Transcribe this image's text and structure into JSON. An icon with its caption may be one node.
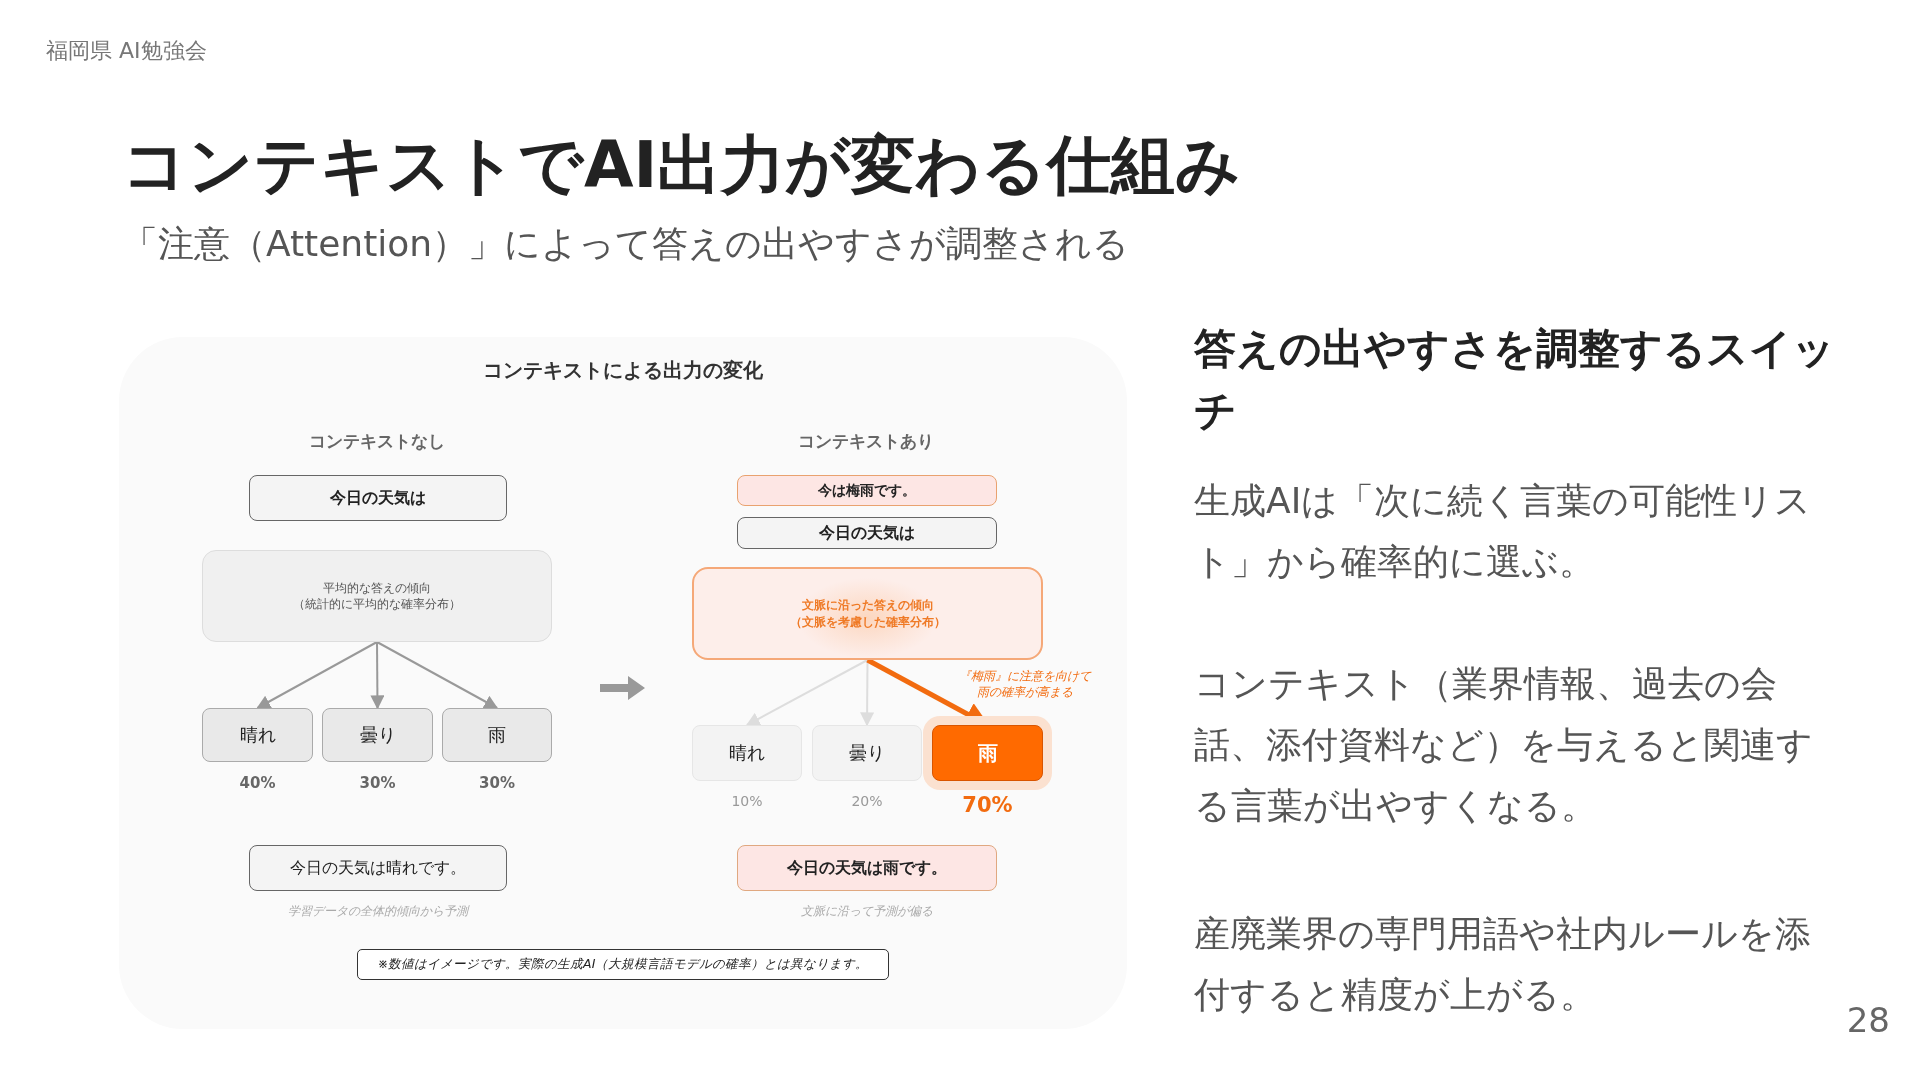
{
  "diagram": {
    "title": "コンテキストでAI出力が変わる仕組み",
    "nodes": [
      {
        "text": [
          "コンテキストによる出力の変化"
        ]
      },
      {
        "text": [
          "今日の天気は"
        ],
        "in": 0
      },
      {
        "text": [
          "平均的な答えの傾向（統計的に平均的な確率分布）"
        ],
        "in": 0
      },
      {
        "text": [
          "晴れ"
        ],
        "in": 0,
        "beside": [
          "40%"
        ]
      },
      {
        "text": [
          "曇り"
        ],
        "in": 0,
        "beside": [
          "30%"
        ]
      },
      {
        "text": [
          "雨"
        ],
        "in": 0,
        "beside": [
          "30%"
        ]
      },
      {
        "text": [
          "今日の天気は晴れです。"
        ],
        "in": 0,
        "beside": [
          "学習データの全体的傾向から予測"
        ]
      },
      {
        "text": [
          "今は梅雨です。"
        ],
        "in": 0
      },
      {
        "text": [
          "今日の天気は"
        ],
        "in": 0
      },
      {
        "text": [
          "文脈に沿った答えの傾向（文脈を考慮した確率分布）"
        ],
        "in": 0
      },
      {
        "text": [
          "晴れ"
        ],
        "in": 0,
        "beside": [
          "10%"
        ]
      },
      {
        "text": [
          "曇り"
        ],
        "in": 0,
        "beside": [
          "20%"
        ]
      },
      {
        "text": [
          "雨"
        ],
        "in": 0,
        "beside": [
          "70%"
        ]
      },
      {
        "text": [
          "今日の天気は雨です。"
        ],
        "in": 0,
        "beside": [
          "文脈に沿って予測が偏る"
        ]
      },
      {
        "text": [
          "※数値はイメージです。実際の生成AI（大規模言語モデルの確率）とは異なります。"
        ],
        "in": 0
      }
    ],
    "edges": [
      {
        "from": 2,
        "to": 3,
        "arrow": "to"
      },
      {
        "from": 2,
        "to": 4,
        "arrow": "to"
      },
      {
        "from": 2,
        "to": 5,
        "arrow": "to"
      },
      {
        "from": 9,
        "to": 10,
        "arrow": "to",
        "color": "#dddddd"
      },
      {
        "from": 9,
        "to": 11,
        "arrow": "to",
        "color": "#dddddd"
      },
      {
        "from": 9,
        "to": 12,
        "arrow": "to",
        "style": "thick",
        "color": "#f26b0f",
        "label": "『梅雨』に注意を向けて雨の確率が高まる"
      },
      {
        "from": 5,
        "to": 9,
        "arrow": "to",
        "style": "thick"
      }
    ],
    "labels": [
      "福岡県 AI勉強会",
      "「注意（Attention）」によって答えの出やすさが調整される",
      "コンテキストなし",
      "コンテキストあり",
      "答えの出やすさを調整するスイッチ",
      "生成AIは「次に続く言葉の可能性リスト」から確率的に選ぶ。",
      "コンテキスト（業界情報、過去の会話、添付資料など）を与えると関連する言葉が出やすくなる。",
      "産廃業界の専門用語や社内ルールを添付すると精度が上がる。",
      "28"
    ]
  }
}
